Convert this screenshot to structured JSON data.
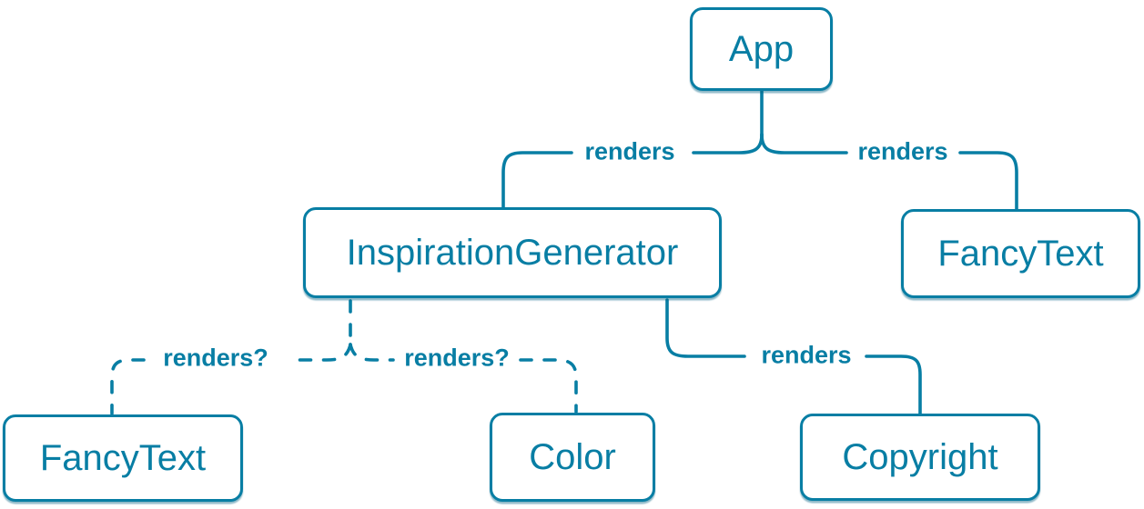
{
  "diagram": {
    "accent_color": "#087EA4",
    "background_color": "#ffffff",
    "nodes": [
      {
        "id": "app",
        "label": "App"
      },
      {
        "id": "inspiration-generator",
        "label": "InspirationGenerator"
      },
      {
        "id": "fancy-text-right",
        "label": "FancyText"
      },
      {
        "id": "fancy-text-left",
        "label": "FancyText"
      },
      {
        "id": "color",
        "label": "Color"
      },
      {
        "id": "copyright",
        "label": "Copyright"
      }
    ],
    "edges": [
      {
        "from": "App",
        "to": "InspirationGenerator",
        "label": "renders",
        "style": "solid"
      },
      {
        "from": "App",
        "to": "FancyText",
        "label": "renders",
        "style": "solid"
      },
      {
        "from": "InspirationGenerator",
        "to": "FancyText",
        "label": "renders?",
        "style": "dashed"
      },
      {
        "from": "InspirationGenerator",
        "to": "Color",
        "label": "renders?",
        "style": "dashed"
      },
      {
        "from": "InspirationGenerator",
        "to": "Copyright",
        "label": "renders",
        "style": "solid"
      }
    ]
  }
}
